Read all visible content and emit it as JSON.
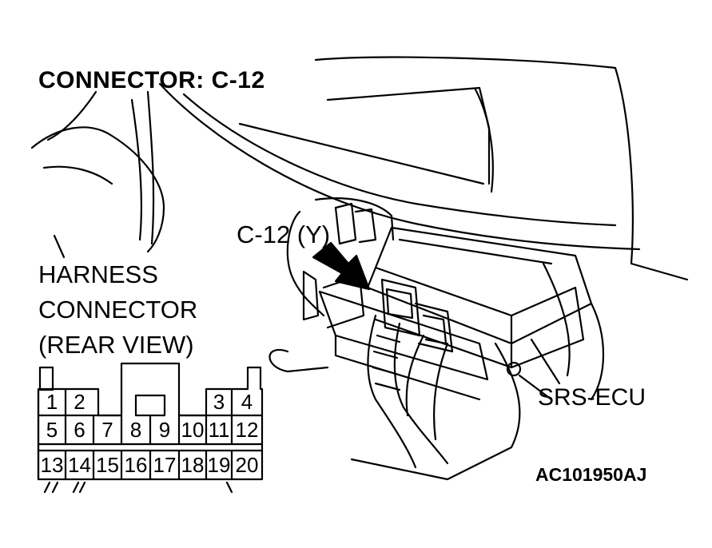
{
  "title": "CONNECTOR: C-12",
  "harness_label": [
    "HARNESS",
    "CONNECTOR",
    "(REAR VIEW)"
  ],
  "callout": "C-12 (Y)",
  "ecu_label": "SRS-ECU",
  "figure_code": "AC101950AJ",
  "connector": {
    "row1": [
      "1",
      "2",
      "3",
      "4"
    ],
    "row2": [
      "5",
      "6",
      "7",
      "8",
      "9",
      "10",
      "11",
      "12"
    ],
    "row3": [
      "13",
      "14",
      "15",
      "16",
      "17",
      "18",
      "19",
      "20"
    ]
  },
  "colors": {
    "ink": "#000000",
    "paper": "#ffffff"
  }
}
